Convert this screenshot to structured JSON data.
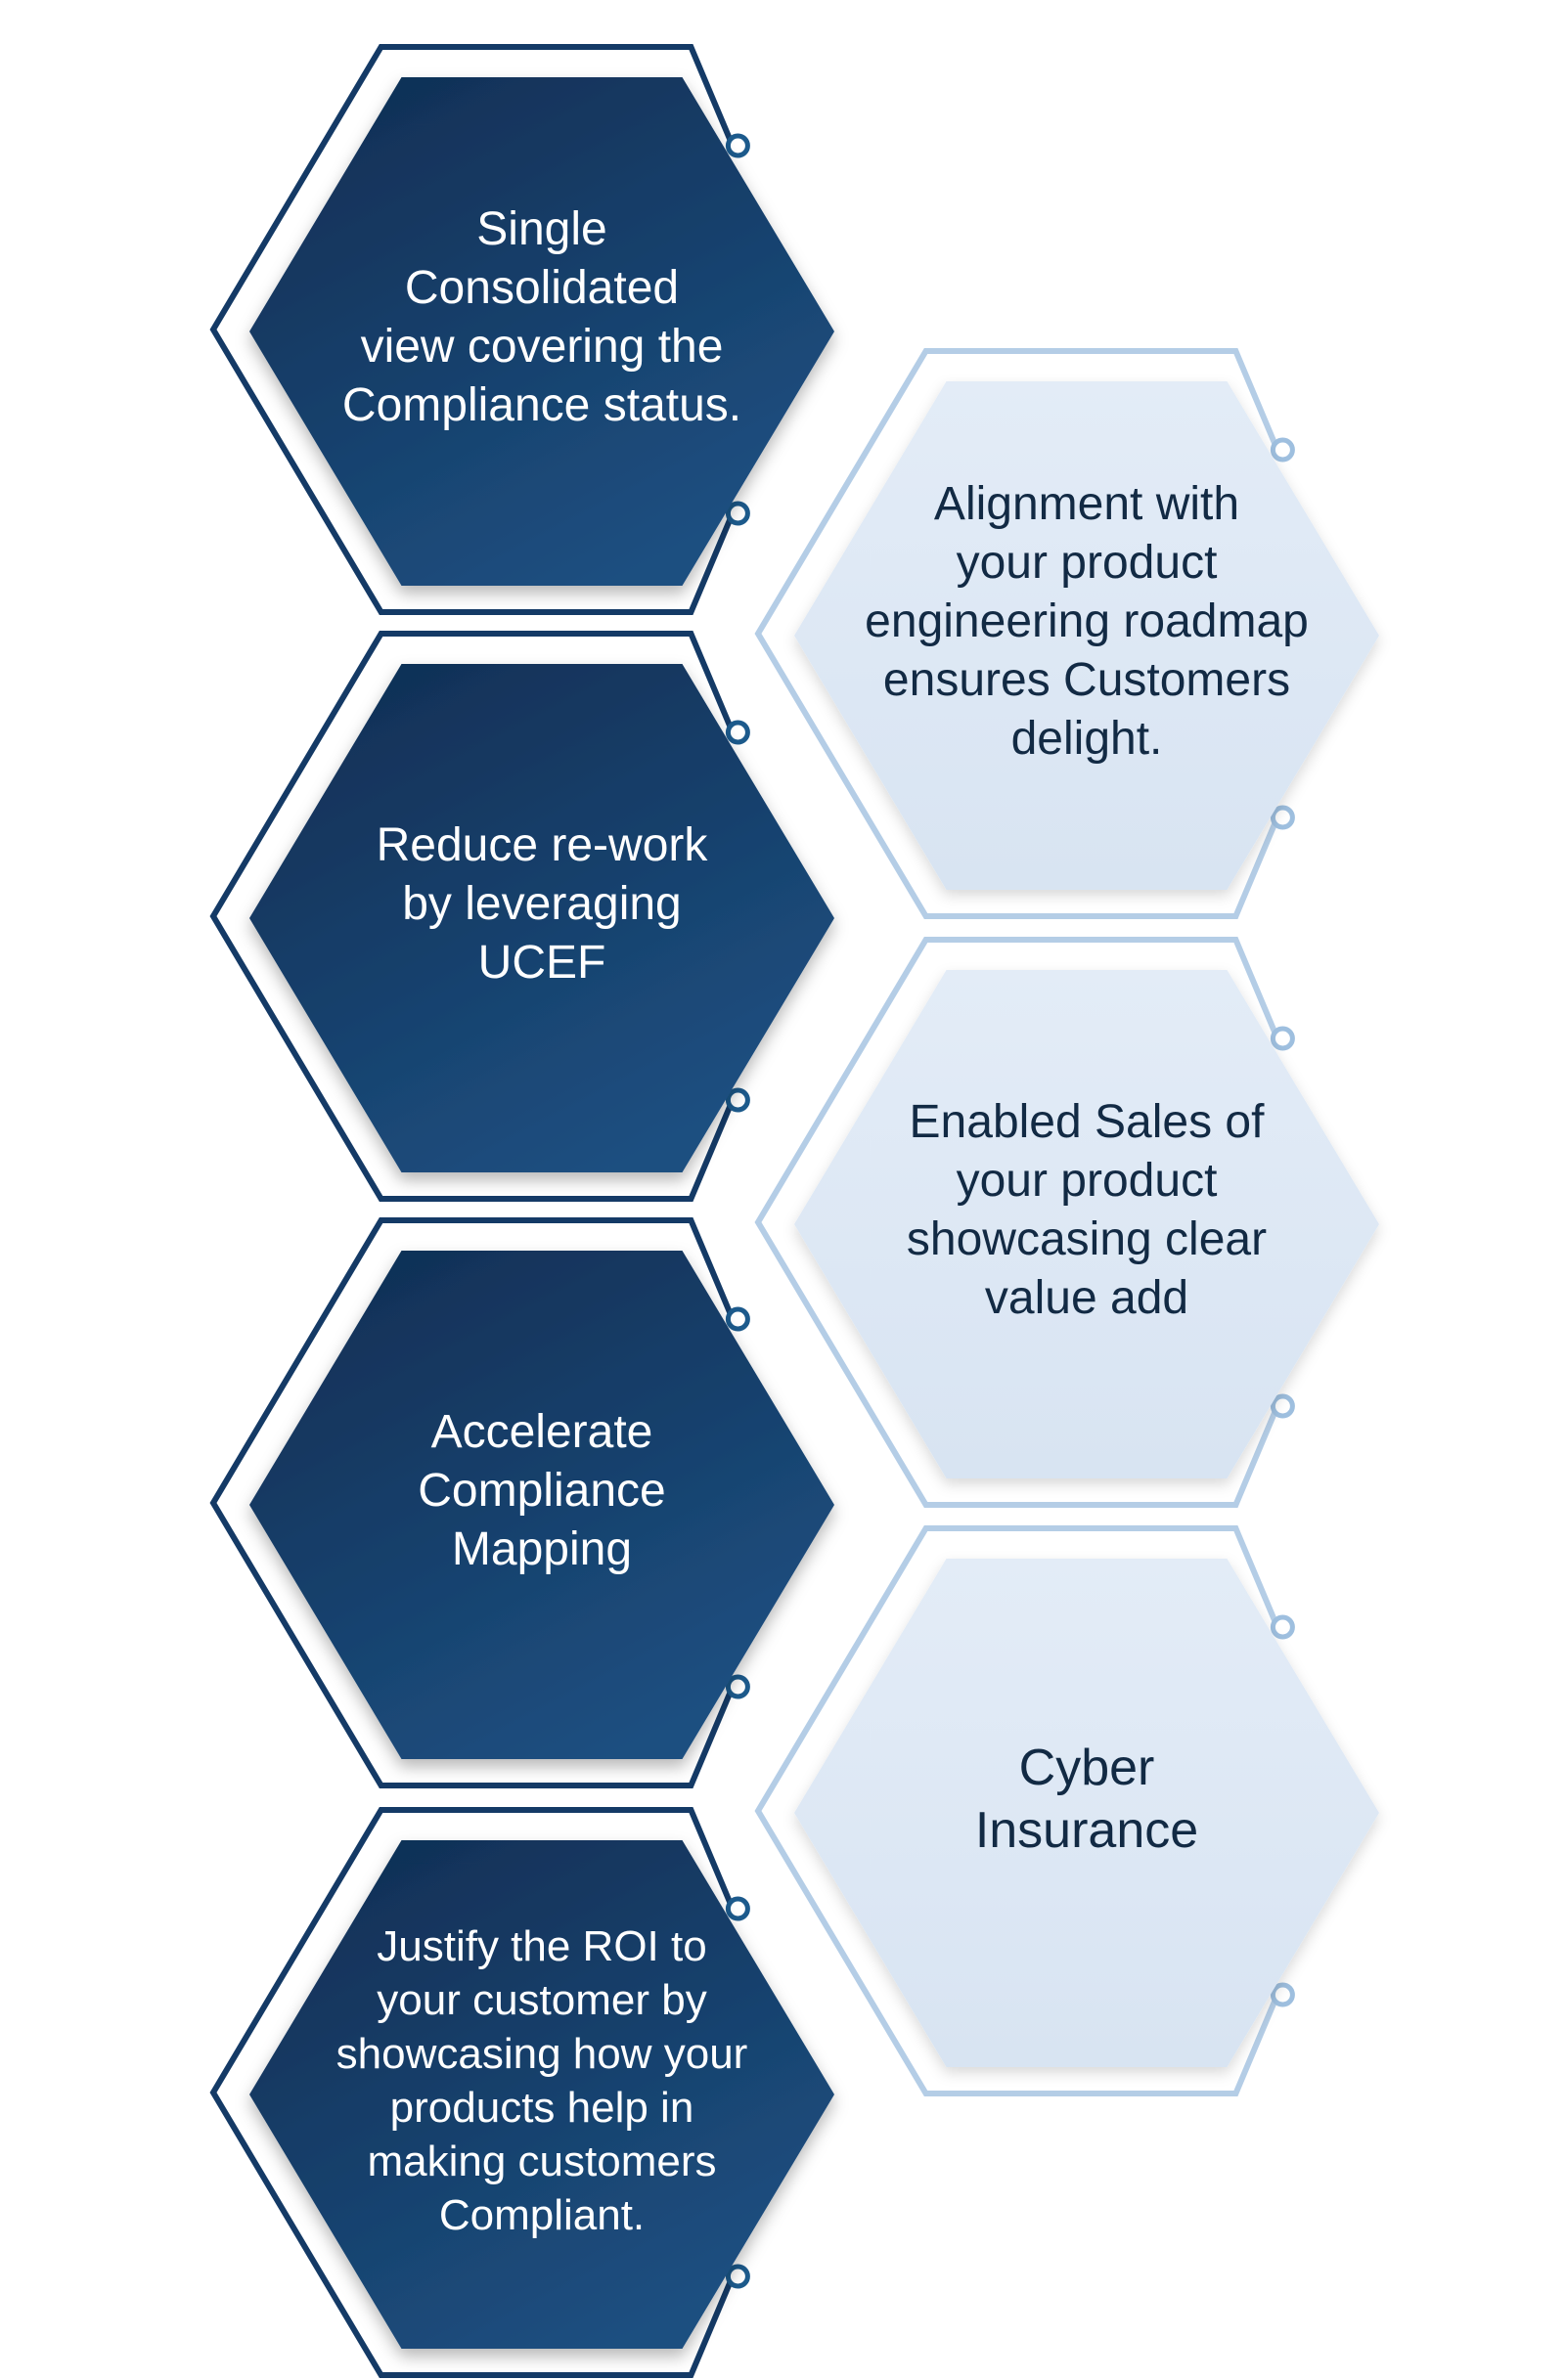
{
  "colors": {
    "dark_fill_top": "#0f2d52",
    "dark_fill_bottom": "#1d4f80",
    "dark_outline": "#143a66",
    "light_fill": "#dfe9f5",
    "light_outline": "#b4cde6",
    "connector_dark": "#1c5a8c",
    "connector_light": "#9ebfdf"
  },
  "hexagons": [
    {
      "id": "compliance-view",
      "theme": "dark",
      "text": "Single\nConsolidated\nview covering the\nCompliance status."
    },
    {
      "id": "roadmap-alignment",
      "theme": "light",
      "text": "Alignment with\nyour product\nengineering roadmap\nensures Customers\ndelight."
    },
    {
      "id": "reduce-rework",
      "theme": "dark",
      "text": "Reduce re-work\nby leveraging\nUCEF"
    },
    {
      "id": "enabled-sales",
      "theme": "light",
      "text": "Enabled Sales of\nyour product\nshowcasing clear\nvalue add"
    },
    {
      "id": "accelerate-mapping",
      "theme": "dark",
      "text": "Accelerate\nCompliance\nMapping"
    },
    {
      "id": "cyber-insurance",
      "theme": "light",
      "text": "Cyber\nInsurance"
    },
    {
      "id": "justify-roi",
      "theme": "dark",
      "text": "Justify the ROI to\nyour customer by\nshowcasing how your\nproducts help in\nmaking customers\nCompliant."
    }
  ]
}
